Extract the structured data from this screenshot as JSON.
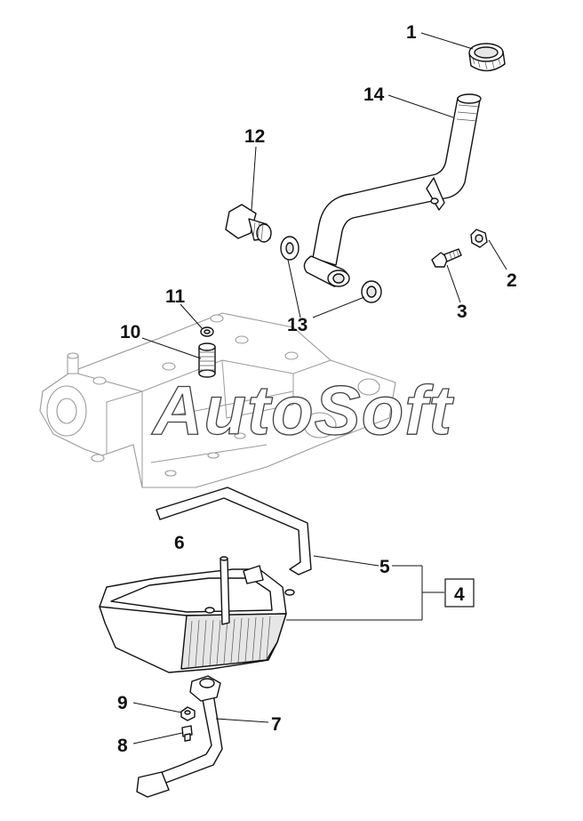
{
  "callouts": [
    {
      "id": "label-1",
      "text": "1"
    },
    {
      "id": "label-2",
      "text": "2"
    },
    {
      "id": "label-3",
      "text": "3"
    },
    {
      "id": "label-4",
      "text": "4"
    },
    {
      "id": "label-5",
      "text": "5"
    },
    {
      "id": "label-6",
      "text": "6"
    },
    {
      "id": "label-7",
      "text": "7"
    },
    {
      "id": "label-8",
      "text": "8"
    },
    {
      "id": "label-9",
      "text": "9"
    },
    {
      "id": "label-10",
      "text": "10"
    },
    {
      "id": "label-11",
      "text": "11"
    },
    {
      "id": "label-12",
      "text": "12"
    },
    {
      "id": "label-13",
      "text": "13"
    },
    {
      "id": "label-14",
      "text": "14"
    }
  ],
  "watermark": "AutoSoft"
}
